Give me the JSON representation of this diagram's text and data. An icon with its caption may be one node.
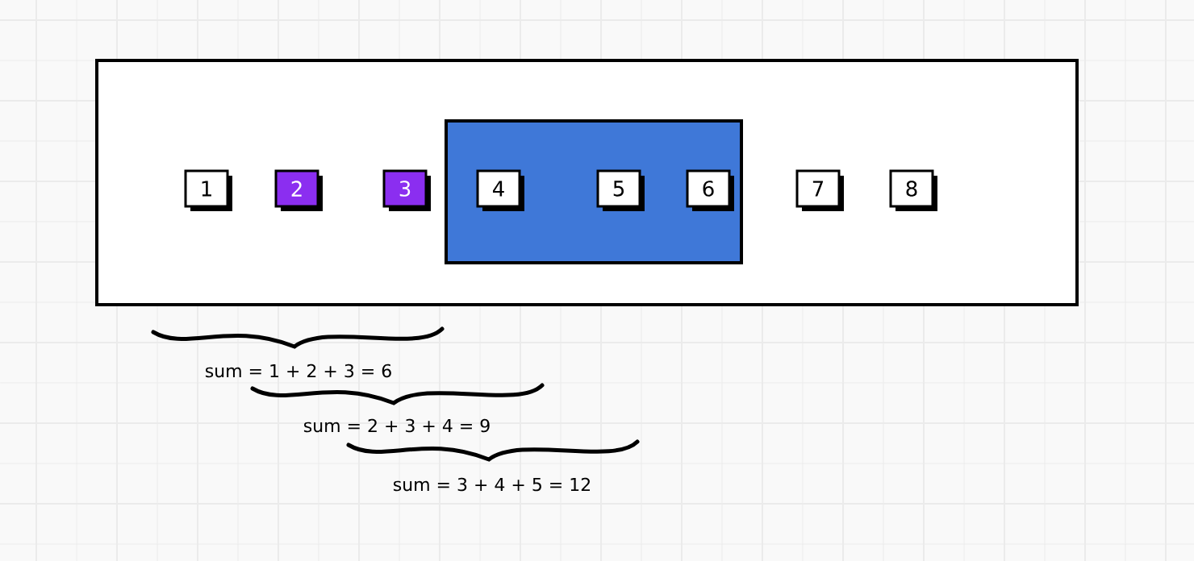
{
  "diagram": {
    "nodes": [
      {
        "text": [],
        "shape": "box"
      },
      {
        "text": [
          "1"
        ],
        "in": 0
      },
      {
        "text": [
          "2"
        ],
        "in": 0
      },
      {
        "text": [
          "3"
        ],
        "in": 0
      },
      {
        "text": [],
        "shape": "box",
        "in": 0
      },
      {
        "text": [
          "4"
        ],
        "in": 4
      },
      {
        "text": [
          "5"
        ],
        "in": 4
      },
      {
        "text": [
          "6"
        ],
        "in": 4
      },
      {
        "text": [
          "7"
        ],
        "in": 0
      },
      {
        "text": [
          "8"
        ],
        "in": 0
      }
    ],
    "labels": [
      "sum = 1 + 2 + 3 = 6",
      "sum = 2 + 3 + 4 = 9",
      "sum = 3 + 4 + 5 = 12"
    ]
  }
}
